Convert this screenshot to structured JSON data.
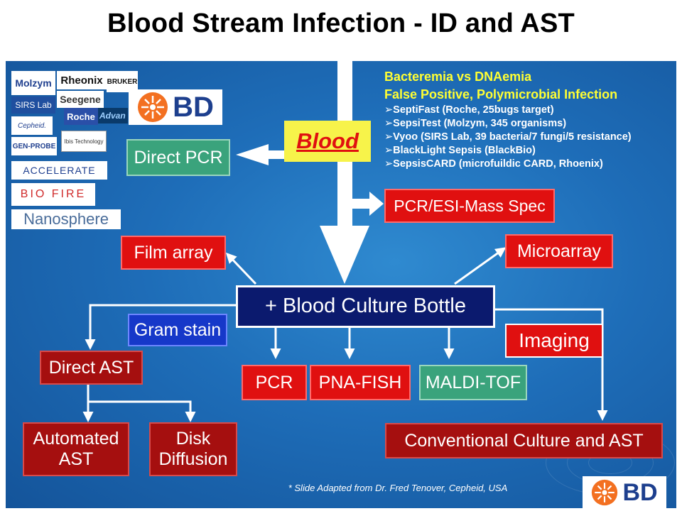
{
  "title": "Blood Stream Infection - ID and AST",
  "blood_label": "Blood",
  "info": {
    "headings": [
      "Bacteremia vs DNAemia",
      "False Positive, Polymicrobial Infection"
    ],
    "items": [
      "➢SeptiFast (Roche, 25bugs target)",
      "➢SepsiTest (Molzym, 345 organisms)",
      "➢Vyoo (SIRS Lab, 39 bacteria/7 fungi/5 resistance)",
      "➢BlackLight Sepsis (BlackBio)",
      "➢SepsisCARD (microfuildic CARD, Rhoenix)"
    ]
  },
  "nodes": {
    "direct_pcr": "Direct PCR",
    "pcr_esi_ms": "PCR/ESI-Mass Spec",
    "film_array": "Film array",
    "microarray": "Microarray",
    "blood_culture_bottle": "+ Blood Culture Bottle",
    "gram_stain": "Gram stain",
    "imaging": "Imaging",
    "direct_ast": "Direct AST",
    "pcr": "PCR",
    "pna_fish": "PNA-FISH",
    "maldi_tof": "MALDI-TOF",
    "automated_ast": "Automated AST",
    "disk_diffusion": "Disk Diffusion",
    "conventional_culture_ast": "Conventional Culture and AST"
  },
  "logos": {
    "molzym": "Molzym",
    "rheonix": "Rheonix",
    "bruker": "BRUKER",
    "sirs_lab": "SIRS Lab",
    "seegene": "Seegene",
    "bd": "BD",
    "roche": "Roche",
    "advan": "Advan",
    "cepheid": "Cepheid.",
    "gen_probe": "GEN-PROBE",
    "ibis": "Ibis Technology",
    "accelerate": "ACCELERATE",
    "biofire": "BIO FIRE",
    "nanosphere": "Nanosphere",
    "bd_corner": "BD"
  },
  "credit": "* Slide Adapted from Dr. Fred Tenover, Cepheid, USA",
  "colors": {
    "panel": "#1e6db8",
    "red_box": "#e01010",
    "dark_red_box": "#a50f0f",
    "green_box": "#3aa37c",
    "blue_box": "#1638c9",
    "navy_box": "#0b1a6e",
    "heading_yellow": "#ffff33",
    "bd_orange": "#f37021"
  }
}
